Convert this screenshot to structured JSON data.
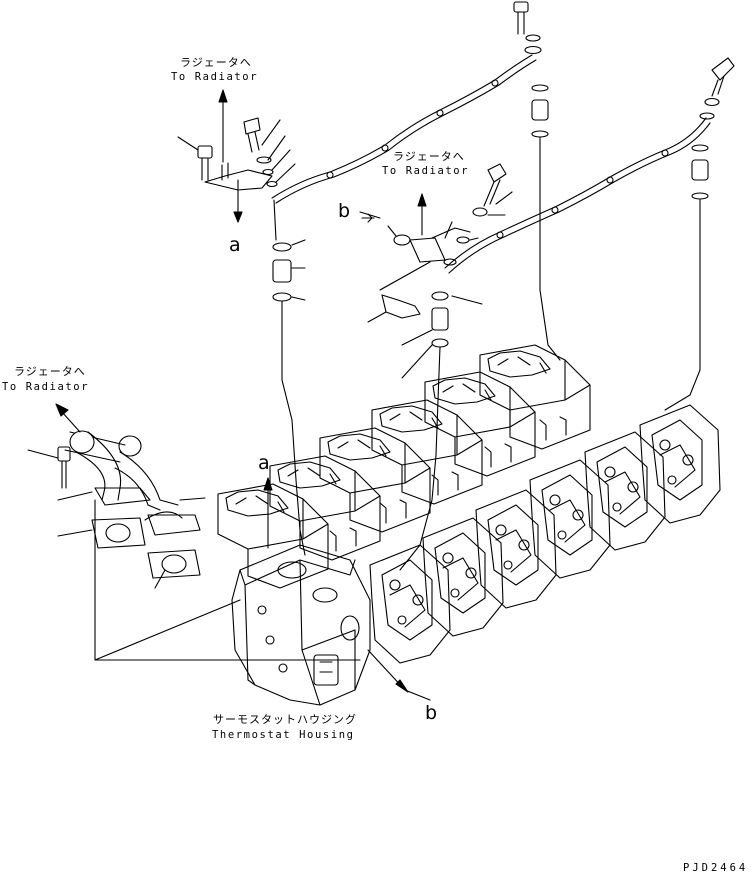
{
  "labels": {
    "radiator_jp": "ラジェータへ",
    "radiator_en": "To Radiator",
    "thermostat_jp": "サーモスタットハウジング",
    "thermostat_en": "Thermostat Housing",
    "ref_a": "a",
    "ref_b": "b",
    "drawing_code": "PJD2464"
  }
}
